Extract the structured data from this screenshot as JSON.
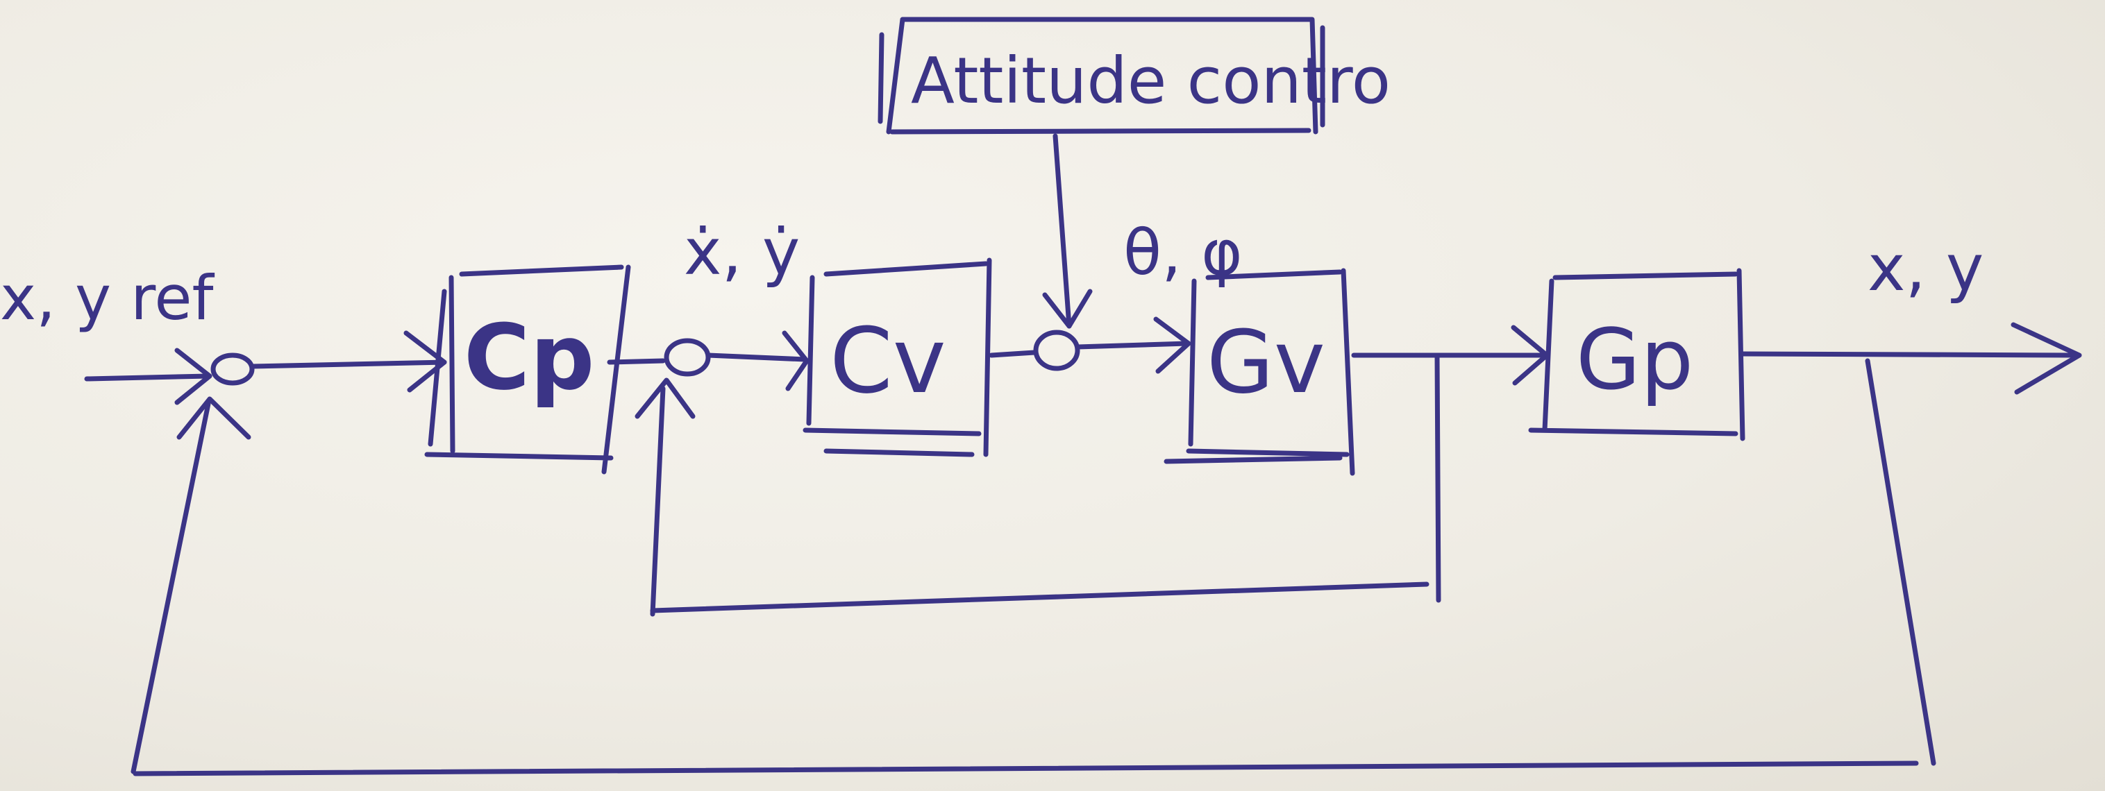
{
  "diagram": {
    "input_label": "x, y ref",
    "output_label": "x, y",
    "velocity_label": "ẋ, ẏ",
    "angle_label": "θ, φ",
    "attitude_block_label": "Attitude contro",
    "blocks": {
      "cp": "Cp",
      "cv": "Cv",
      "gv": "Gv",
      "gp": "Gp"
    },
    "ink_color": "#3b3486"
  }
}
